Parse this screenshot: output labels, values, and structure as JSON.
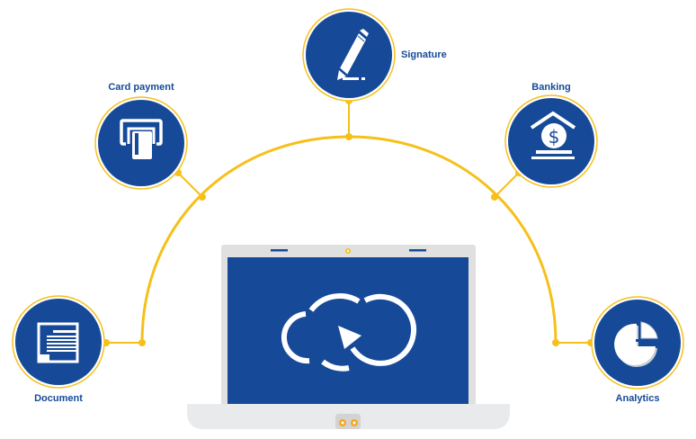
{
  "diagram": {
    "colors": {
      "accent": "#F6C01A",
      "primary": "#164A98",
      "laptop_frame": "#E0E0E0",
      "laptop_base": "#E9EAEC",
      "icon": "#FFFFFF"
    },
    "center": {
      "name": "laptop",
      "screen_icon": "cloud-sync-icon"
    },
    "nodes": [
      {
        "id": "document",
        "icon": "document-icon",
        "label": "Document"
      },
      {
        "id": "card-payment",
        "icon": "card-slot-icon",
        "label": "Card payment"
      },
      {
        "id": "signature",
        "icon": "pencil-icon",
        "label": "Signature"
      },
      {
        "id": "banking",
        "icon": "bank-dollar-icon",
        "label": "Banking"
      },
      {
        "id": "analytics",
        "icon": "pie-chart-icon",
        "label": "Analytics"
      }
    ]
  }
}
